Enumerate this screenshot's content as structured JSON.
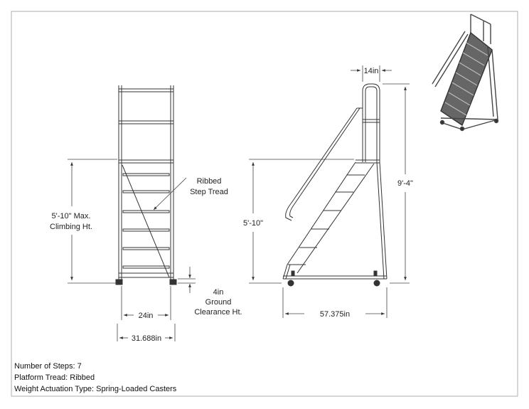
{
  "drawing": {
    "front": {
      "climb_label_1": "5'-10\" Max.",
      "climb_label_2": "Climbing Ht.",
      "tread_label_1": "Ribbed",
      "tread_label_2": "Step Tread",
      "ground_label_1": "4in",
      "ground_label_2": "Ground",
      "ground_label_3": "Clearance Ht.",
      "inner_width": "24in",
      "outer_width": "31.688in"
    },
    "side": {
      "top_depth": "14in",
      "climb_height": "5'-10\"",
      "overall_height": "9'-4\"",
      "base_length": "57.375in"
    }
  },
  "specs": {
    "steps": "Number of Steps: 7",
    "tread": "Platform Tread: Ribbed",
    "actuation": "Weight Actuation Type: Spring-Loaded Casters"
  },
  "colors": {
    "line": "#333333",
    "dim": "#444444",
    "iso_fill": "#555555"
  }
}
